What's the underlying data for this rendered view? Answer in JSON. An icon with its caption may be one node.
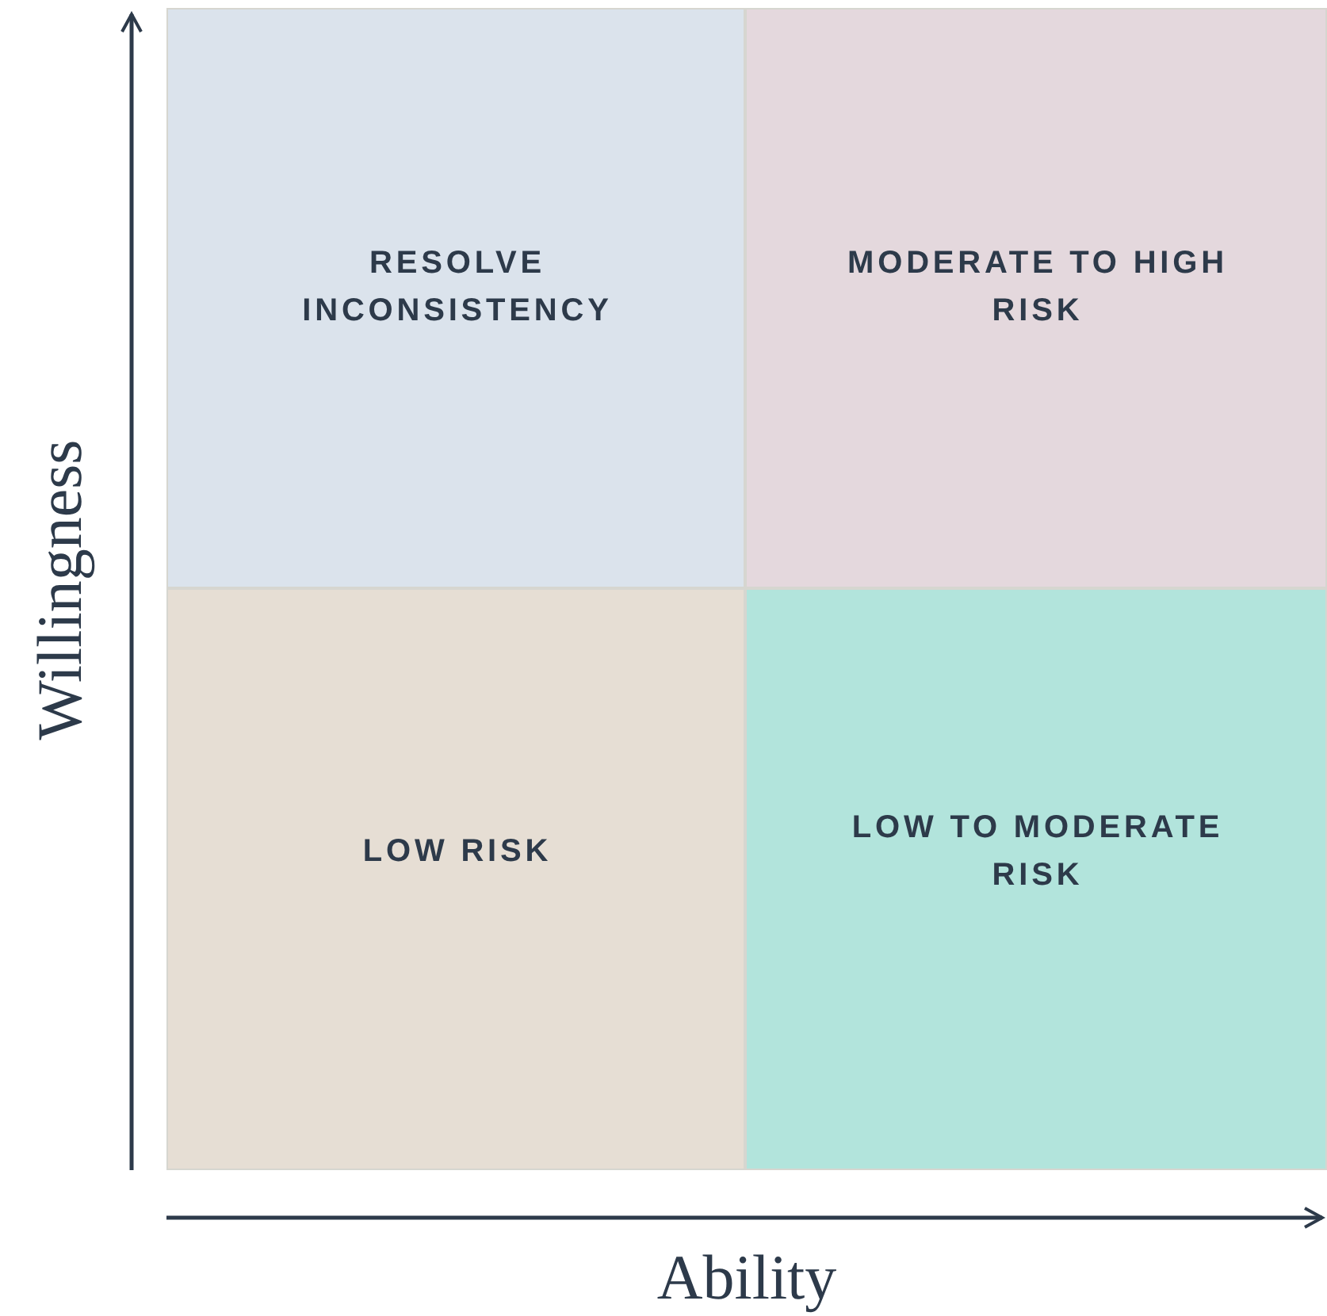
{
  "diagram": {
    "nodes": [
      {
        "text": [
          "RESOLVE INCONSISTENCY"
        ]
      },
      {
        "text": [
          "MODERATE TO HIGH RISK"
        ]
      },
      {
        "text": [
          "LOW RISK"
        ]
      },
      {
        "text": [
          "LOW TO MODERATE RISK"
        ]
      }
    ],
    "labels": [
      "Willingness",
      "Ability"
    ]
  }
}
